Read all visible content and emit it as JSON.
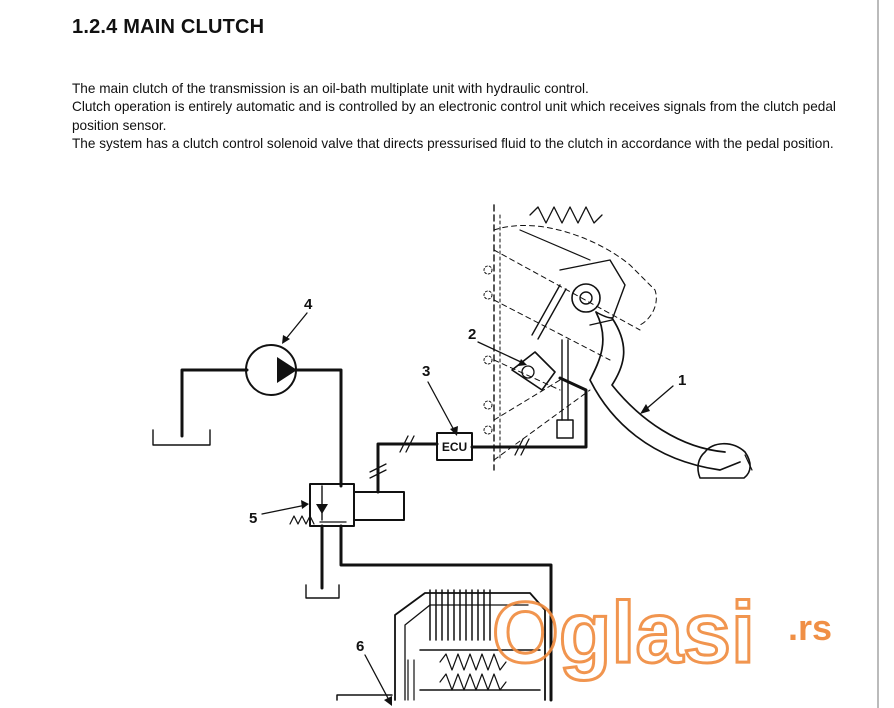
{
  "document": {
    "heading": "1.2.4 MAIN CLUTCH",
    "paragraphs": [
      "The main clutch of the transmission is an oil-bath multiplate unit with hydraulic control.",
      "Clutch operation is entirely automatic and is controlled by an electronic control unit which receives signals from the clutch pedal position sensor.",
      "The system has a clutch control solenoid valve that directs pressurised fluid to the clutch in accordance with the pedal position."
    ]
  },
  "diagram": {
    "callouts": [
      "1",
      "2",
      "3",
      "4",
      "5",
      "6"
    ],
    "ecu_label": "ECU"
  },
  "watermark": {
    "brand": "Oglasi",
    "suffix": ".rs",
    "color": "#f08a3c"
  }
}
